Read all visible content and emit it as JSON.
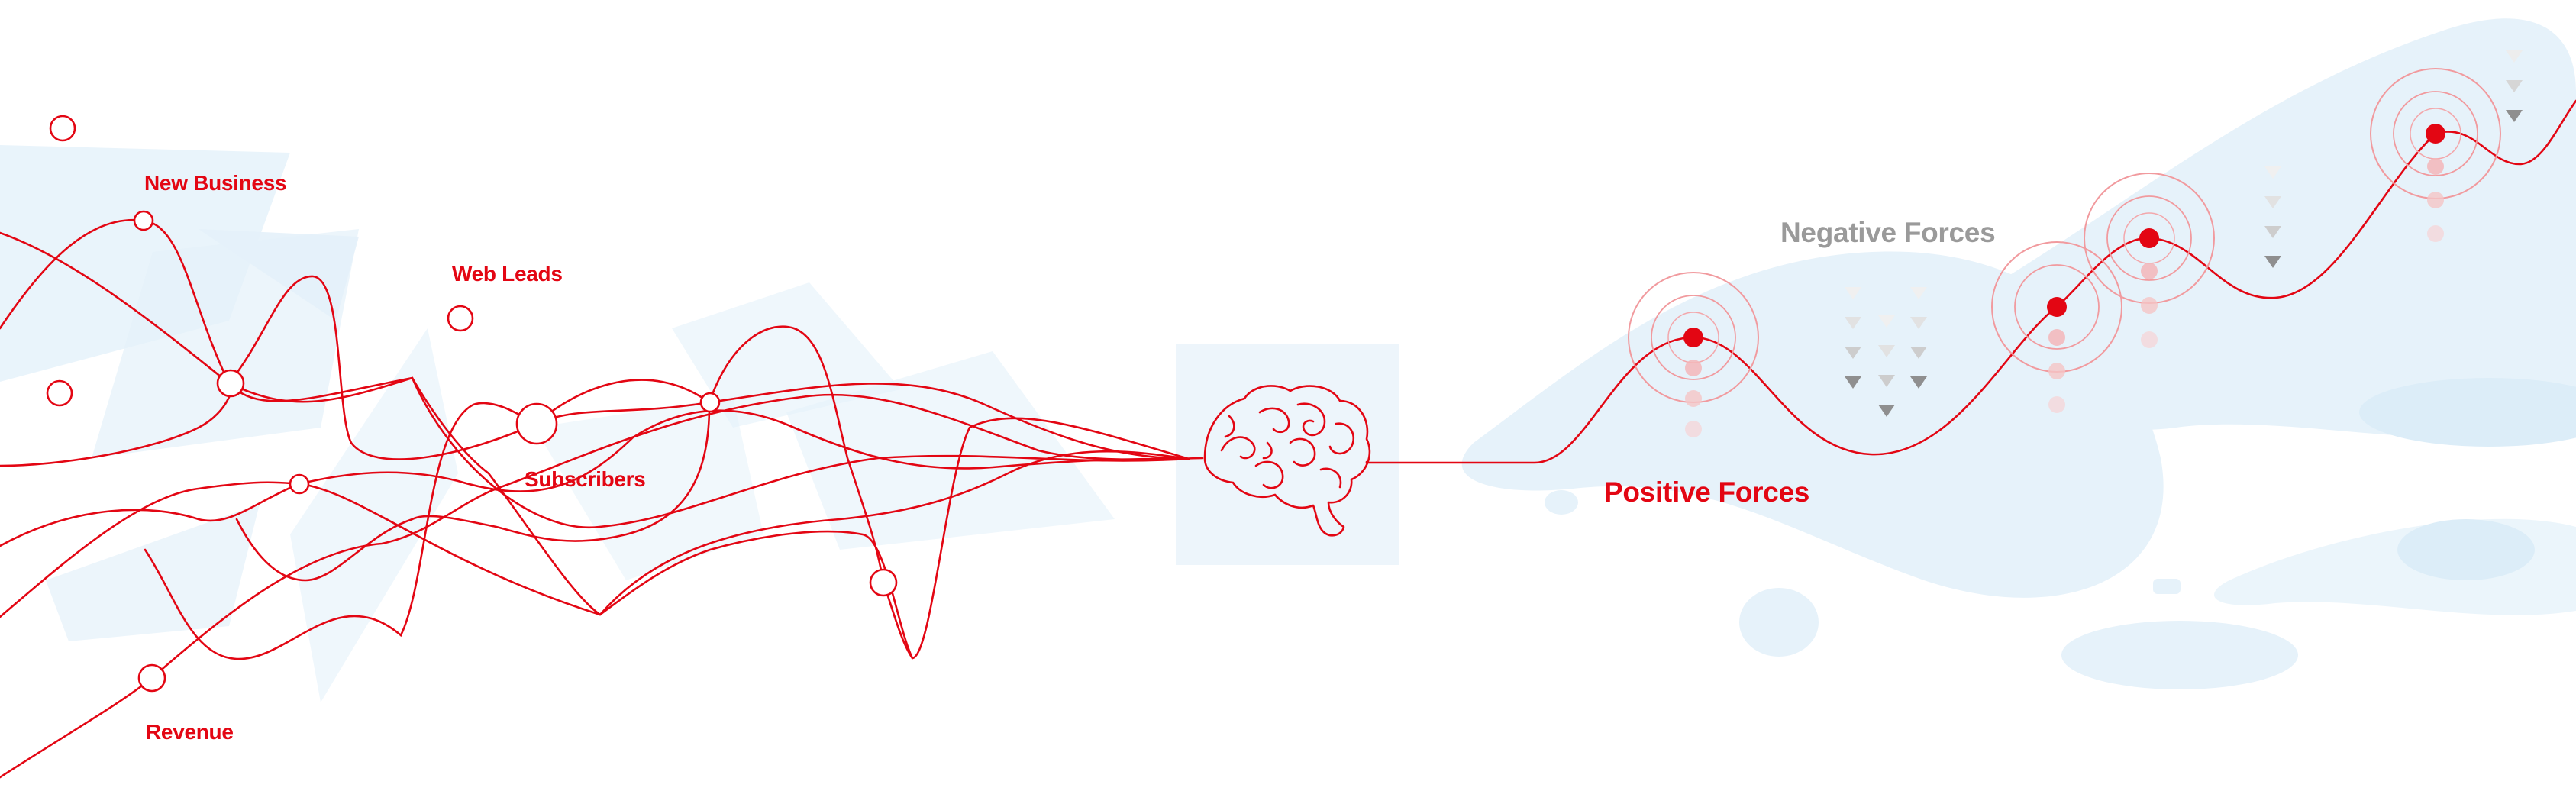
{
  "colors": {
    "accent_red": "#e30613",
    "label_grey": "#9a9a9a",
    "background_blue": "#e6f2fa",
    "brain_box": "#edf5fb"
  },
  "labels": {
    "new_business": "New Business",
    "web_leads": "Web Leads",
    "subscribers": "Subscribers",
    "revenue": "Revenue",
    "negative_forces": "Negative Forces",
    "positive_forces": "Positive Forces"
  },
  "icons": {
    "center": "brain-icon",
    "negative": "down-triangle-icon",
    "positive": "target-ring-icon"
  }
}
